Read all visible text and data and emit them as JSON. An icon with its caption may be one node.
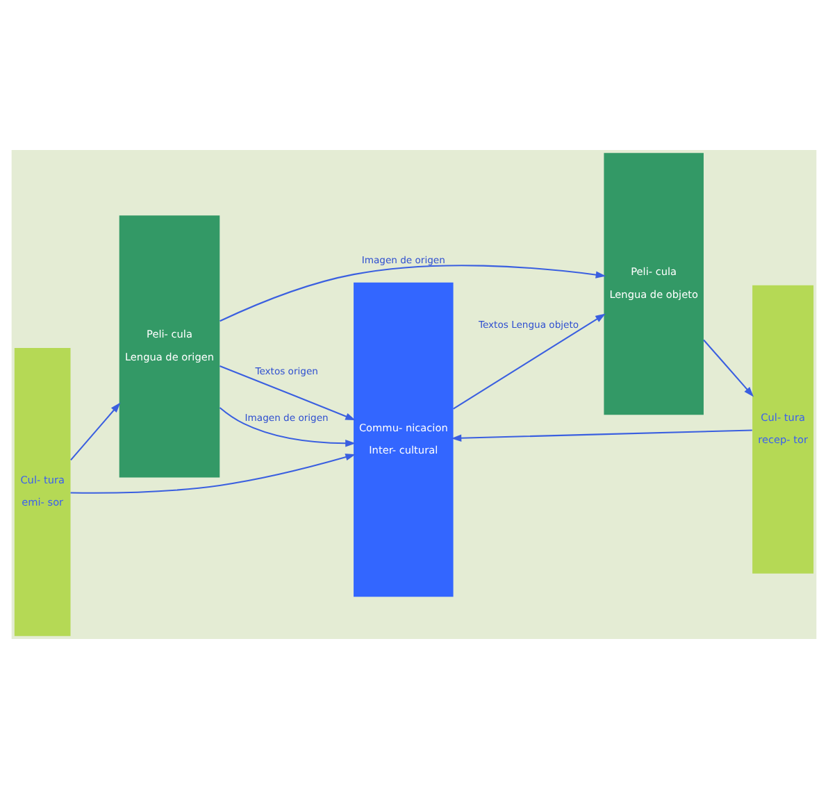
{
  "diagram": {
    "nodes": [
      {
        "text": [
          "Cul- tura",
          "emi- sor"
        ]
      },
      {
        "text": [
          "Peli- cula",
          "Lengua de origen"
        ]
      },
      {
        "text": [
          "Commu- nicacion",
          "Inter- cultural"
        ]
      },
      {
        "text": [
          "Peli- cula",
          "Lengua de objeto"
        ]
      },
      {
        "text": [
          "Cul- tura",
          "recep- tor"
        ]
      }
    ],
    "edges": [
      {
        "from": 1,
        "to": 3,
        "label": "Imagen de origen",
        "arrow": "to"
      },
      {
        "from": 0,
        "to": 1,
        "arrow": "to"
      },
      {
        "from": 1,
        "to": 2,
        "label": "Textos origen",
        "arrow": "to"
      },
      {
        "from": 2,
        "to": 3,
        "label": "Textos Lengua objeto",
        "arrow": "to"
      },
      {
        "from": 3,
        "to": 4,
        "arrow": "to"
      },
      {
        "from": 1,
        "to": 2,
        "label": "Imagen de origen",
        "arrow": "to"
      },
      {
        "from": 0,
        "to": 2,
        "arrow": "to"
      },
      {
        "from": 4,
        "to": 2,
        "arrow": "to"
      }
    ]
  }
}
